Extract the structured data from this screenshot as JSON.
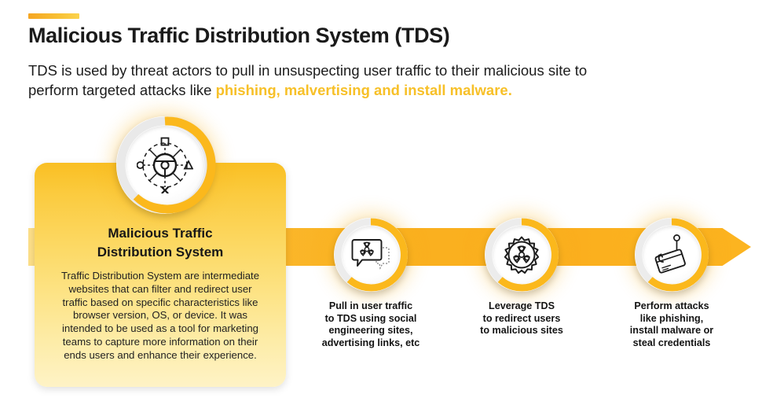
{
  "header": {
    "title": "Malicious Traffic Distribution System (TDS)",
    "intro_plain": "TDS is used by threat actors to pull in unsuspecting user traffic to their malicious site to perform targeted attacks like ",
    "intro_highlight": "phishing, malvertising and install malware."
  },
  "card": {
    "title_line1": "Malicious Traffic",
    "title_line2": "Distribution System",
    "body": "Traffic Distribution System are intermediate websites that can filter and redirect user traffic based on specific characteristics like browser version, OS, or device. It was intended to be used as a tool for marketing teams to capture more information on their ends users and enhance their experience."
  },
  "nodes": [
    {
      "id": "tds-hub",
      "icon": "steering-wheel-network-icon",
      "caption": ""
    },
    {
      "id": "step-1",
      "icon": "speech-bubble-biohazard-icon",
      "caption": "Pull in user traffic\nto TDS using social\nengineering sites,\nadvertising links, etc"
    },
    {
      "id": "step-2",
      "icon": "gear-biohazard-icon",
      "caption": "Leverage TDS\nto redirect users\nto malicious sites"
    },
    {
      "id": "step-3",
      "icon": "phishing-hook-credit-card-icon",
      "caption": "Perform attacks\nlike phishing,\ninstall malware or\nsteal credentials"
    }
  ],
  "captions": {
    "step1": "Pull in user traffic\nto TDS using social\nengineering sites,\nadvertising links, etc",
    "step2": "Leverage TDS\nto redirect users\nto malicious sites",
    "step3": "Perform attacks\nlike phishing,\ninstall malware or\nsteal credentials"
  },
  "colors": {
    "accent_yellow": "#F7C028",
    "band_orange": "#FAB01F",
    "card_top": "#F9BF23",
    "card_bottom": "#FEF3C6",
    "text_dark": "#1A1A1A",
    "ring_arc": "#FBB81C"
  }
}
